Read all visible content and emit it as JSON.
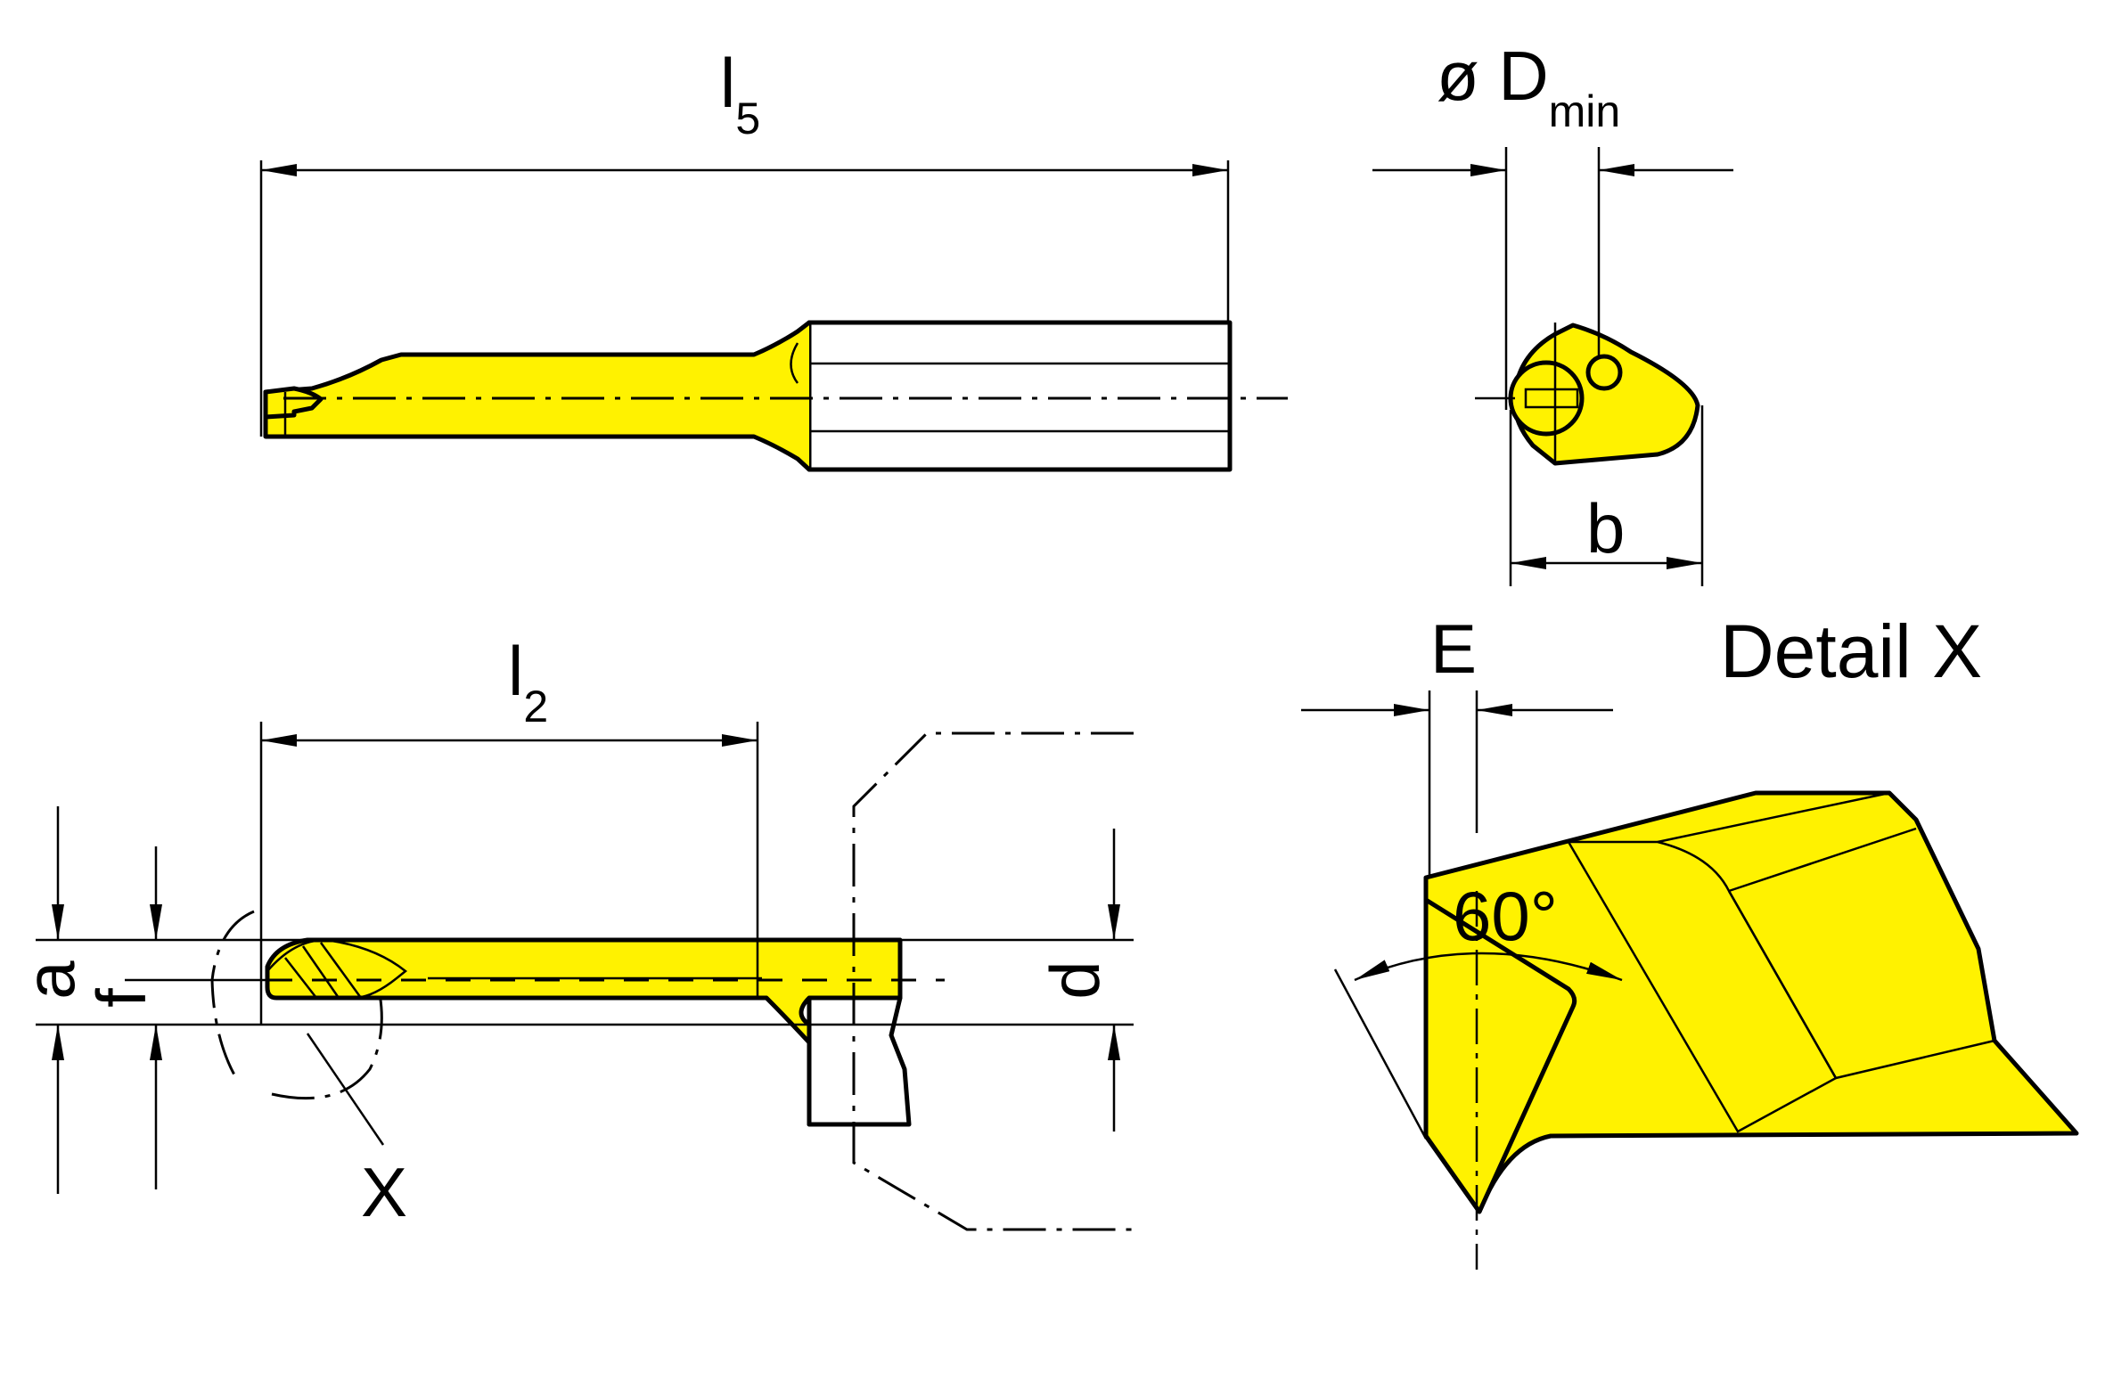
{
  "colors": {
    "carbide": "#FFF200",
    "shank": "#E6E6E6",
    "outline": "#000000"
  },
  "labels": {
    "l5_main": "l",
    "l5_sub": "5",
    "dmin_main": "ø D",
    "dmin_sub": "min",
    "b": "b",
    "l2_main": "l",
    "l2_sub": "2",
    "a": "a",
    "f": "f",
    "d": "d",
    "x": "X",
    "e": "E",
    "detail_title": "Detail X",
    "angle": "60°"
  }
}
